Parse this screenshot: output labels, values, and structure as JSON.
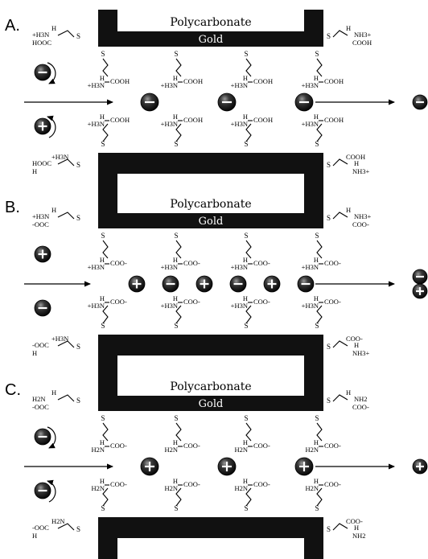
{
  "panels": [
    {
      "id": "A",
      "label": "A.",
      "top_text": "Polycarbonate",
      "gold_text": "Gold",
      "corner": {
        "tl": [
          "+H3N",
          "H",
          "HOOC",
          "S"
        ],
        "tr": [
          "S",
          "H",
          "NH3+",
          "COOH"
        ],
        "bl": [
          "HOOC",
          "+H3N",
          "H",
          "S"
        ],
        "br": [
          "S",
          "COOH",
          "H",
          "NH3+"
        ]
      },
      "top_chain": {
        "amine": "+H3N",
        "h": "H",
        "acid": "COOH"
      },
      "bottom_chain": {
        "amine": "+H3N",
        "h": "H",
        "acid": "COOH"
      },
      "outside_ions": [
        "-",
        "+"
      ],
      "pore_ions": [
        "-",
        "-",
        "-"
      ],
      "exit_ions": [
        "-"
      ]
    },
    {
      "id": "B",
      "label": "B.",
      "top_text": "Polycarbonate",
      "gold_text": "Gold",
      "corner": {
        "tl": [
          "+H3N",
          "H",
          "-OOC",
          "S"
        ],
        "tr": [
          "S",
          "H",
          "NH3+",
          "COO-"
        ],
        "bl": [
          "-OOC",
          "+H3N",
          "H",
          "S"
        ],
        "br": [
          "S",
          "COO-",
          "H",
          "NH3+"
        ]
      },
      "top_chain": {
        "amine": "+H3N",
        "h": "H",
        "acid": "COO-"
      },
      "bottom_chain": {
        "amine": "+H3N",
        "h": "H",
        "acid": "COO-"
      },
      "outside_ions": [
        "+",
        "-"
      ],
      "pore_ions": [
        "+",
        "-",
        "+",
        "-",
        "+",
        "-"
      ],
      "exit_ions": [
        "-",
        "+"
      ]
    },
    {
      "id": "C",
      "label": "C.",
      "top_text": "Polycarbonate",
      "gold_text": "Gold",
      "corner": {
        "tl": [
          "H2N",
          "H",
          "-OOC",
          "S"
        ],
        "tr": [
          "S",
          "H",
          "NH2",
          "COO-"
        ],
        "bl": [
          "-OOC",
          "H2N",
          "H",
          "S"
        ],
        "br": [
          "S",
          "COO-",
          "H",
          "NH2"
        ]
      },
      "top_chain": {
        "amine": "H2N",
        "h": "H",
        "acid": "COO-"
      },
      "bottom_chain": {
        "amine": "H2N",
        "h": "H",
        "acid": "COO-"
      },
      "outside_ions": [
        "-",
        "-"
      ],
      "pore_ions": [
        "+",
        "+",
        "+"
      ],
      "exit_ions": [
        "+"
      ]
    }
  ],
  "colors": {
    "membrane": "#111111",
    "ion_dark": "#1a1a1a",
    "ion_light": "#ffffff"
  },
  "icons": {
    "ion": "charged-sphere-icon",
    "rotation": "curved-arrow-icon"
  }
}
